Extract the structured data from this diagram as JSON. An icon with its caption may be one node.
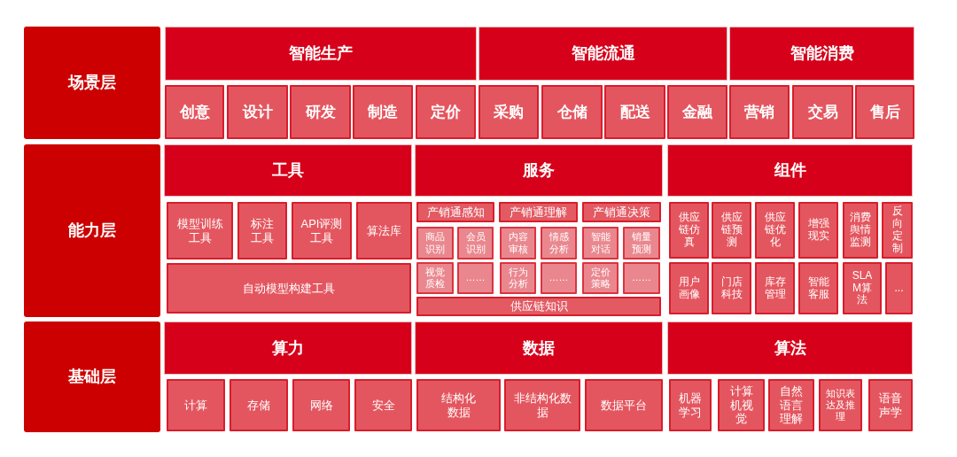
{
  "diagram": {
    "nodes": [
      {
        "text": [
          "场景层"
        ]
      },
      {
        "text": [
          "智能生产"
        ]
      },
      {
        "text": [
          "创意"
        ]
      },
      {
        "text": [
          "设计"
        ]
      },
      {
        "text": [
          "研发"
        ]
      },
      {
        "text": [
          "制造"
        ]
      },
      {
        "text": [
          "定价"
        ]
      },
      {
        "text": [
          "智能流通"
        ]
      },
      {
        "text": [
          "采购"
        ]
      },
      {
        "text": [
          "仓储"
        ]
      },
      {
        "text": [
          "配送"
        ]
      },
      {
        "text": [
          "金融"
        ]
      },
      {
        "text": [
          "智能消费"
        ]
      },
      {
        "text": [
          "营销"
        ]
      },
      {
        "text": [
          "交易"
        ]
      },
      {
        "text": [
          "售后"
        ]
      },
      {
        "text": [
          "能力层"
        ]
      },
      {
        "text": [
          "工具"
        ]
      },
      {
        "text": [
          "模型训练工具"
        ]
      },
      {
        "text": [
          "标注工具"
        ]
      },
      {
        "text": [
          "API评测工具"
        ]
      },
      {
        "text": [
          "算法库"
        ]
      },
      {
        "text": [
          "自动模型构建工具"
        ]
      },
      {
        "text": [
          "服务"
        ]
      },
      {
        "text": [
          "产销通感知"
        ]
      },
      {
        "text": [
          "产销通理解"
        ]
      },
      {
        "text": [
          "产销通决策"
        ]
      },
      {
        "text": [
          "商品识别"
        ]
      },
      {
        "text": [
          "会员识别"
        ]
      },
      {
        "text": [
          "内容审核"
        ]
      },
      {
        "text": [
          "情感分析"
        ]
      },
      {
        "text": [
          "智能对话"
        ]
      },
      {
        "text": [
          "销量预测"
        ]
      },
      {
        "text": [
          "视觉质检"
        ]
      },
      {
        "text": [
          "……"
        ]
      },
      {
        "text": [
          "行为分析"
        ]
      },
      {
        "text": [
          "……"
        ]
      },
      {
        "text": [
          "定价策略"
        ]
      },
      {
        "text": [
          "……"
        ]
      },
      {
        "text": [
          "供应链知识"
        ]
      },
      {
        "text": [
          "组件"
        ]
      },
      {
        "text": [
          "供应链仿真"
        ]
      },
      {
        "text": [
          "供应链预测"
        ]
      },
      {
        "text": [
          "供应链优化"
        ]
      },
      {
        "text": [
          "增强现实"
        ]
      },
      {
        "text": [
          "消费舆情监测"
        ]
      },
      {
        "text": [
          "反向定制"
        ]
      },
      {
        "text": [
          "用户画像"
        ]
      },
      {
        "text": [
          "门店科技"
        ]
      },
      {
        "text": [
          "库存管理"
        ]
      },
      {
        "text": [
          "智能客服"
        ]
      },
      {
        "text": [
          "SLAM算法"
        ]
      },
      {
        "text": [
          "..."
        ]
      },
      {
        "text": [
          "基础层"
        ]
      },
      {
        "text": [
          "算力"
        ]
      },
      {
        "text": [
          "计算"
        ]
      },
      {
        "text": [
          "存储"
        ]
      },
      {
        "text": [
          "网络"
        ]
      },
      {
        "text": [
          "安全"
        ]
      },
      {
        "text": [
          "数据"
        ]
      },
      {
        "text": [
          "结构化数据"
        ]
      },
      {
        "text": [
          "非结构化数据"
        ]
      },
      {
        "text": [
          "数据平台"
        ]
      },
      {
        "text": [
          "算法"
        ]
      },
      {
        "text": [
          "机器学习"
        ]
      },
      {
        "text": [
          "计算机视觉"
        ]
      },
      {
        "text": [
          "自然语言理解"
        ]
      },
      {
        "text": [
          "知识表达及推理"
        ]
      },
      {
        "text": [
          "语音声学"
        ]
      }
    ]
  }
}
